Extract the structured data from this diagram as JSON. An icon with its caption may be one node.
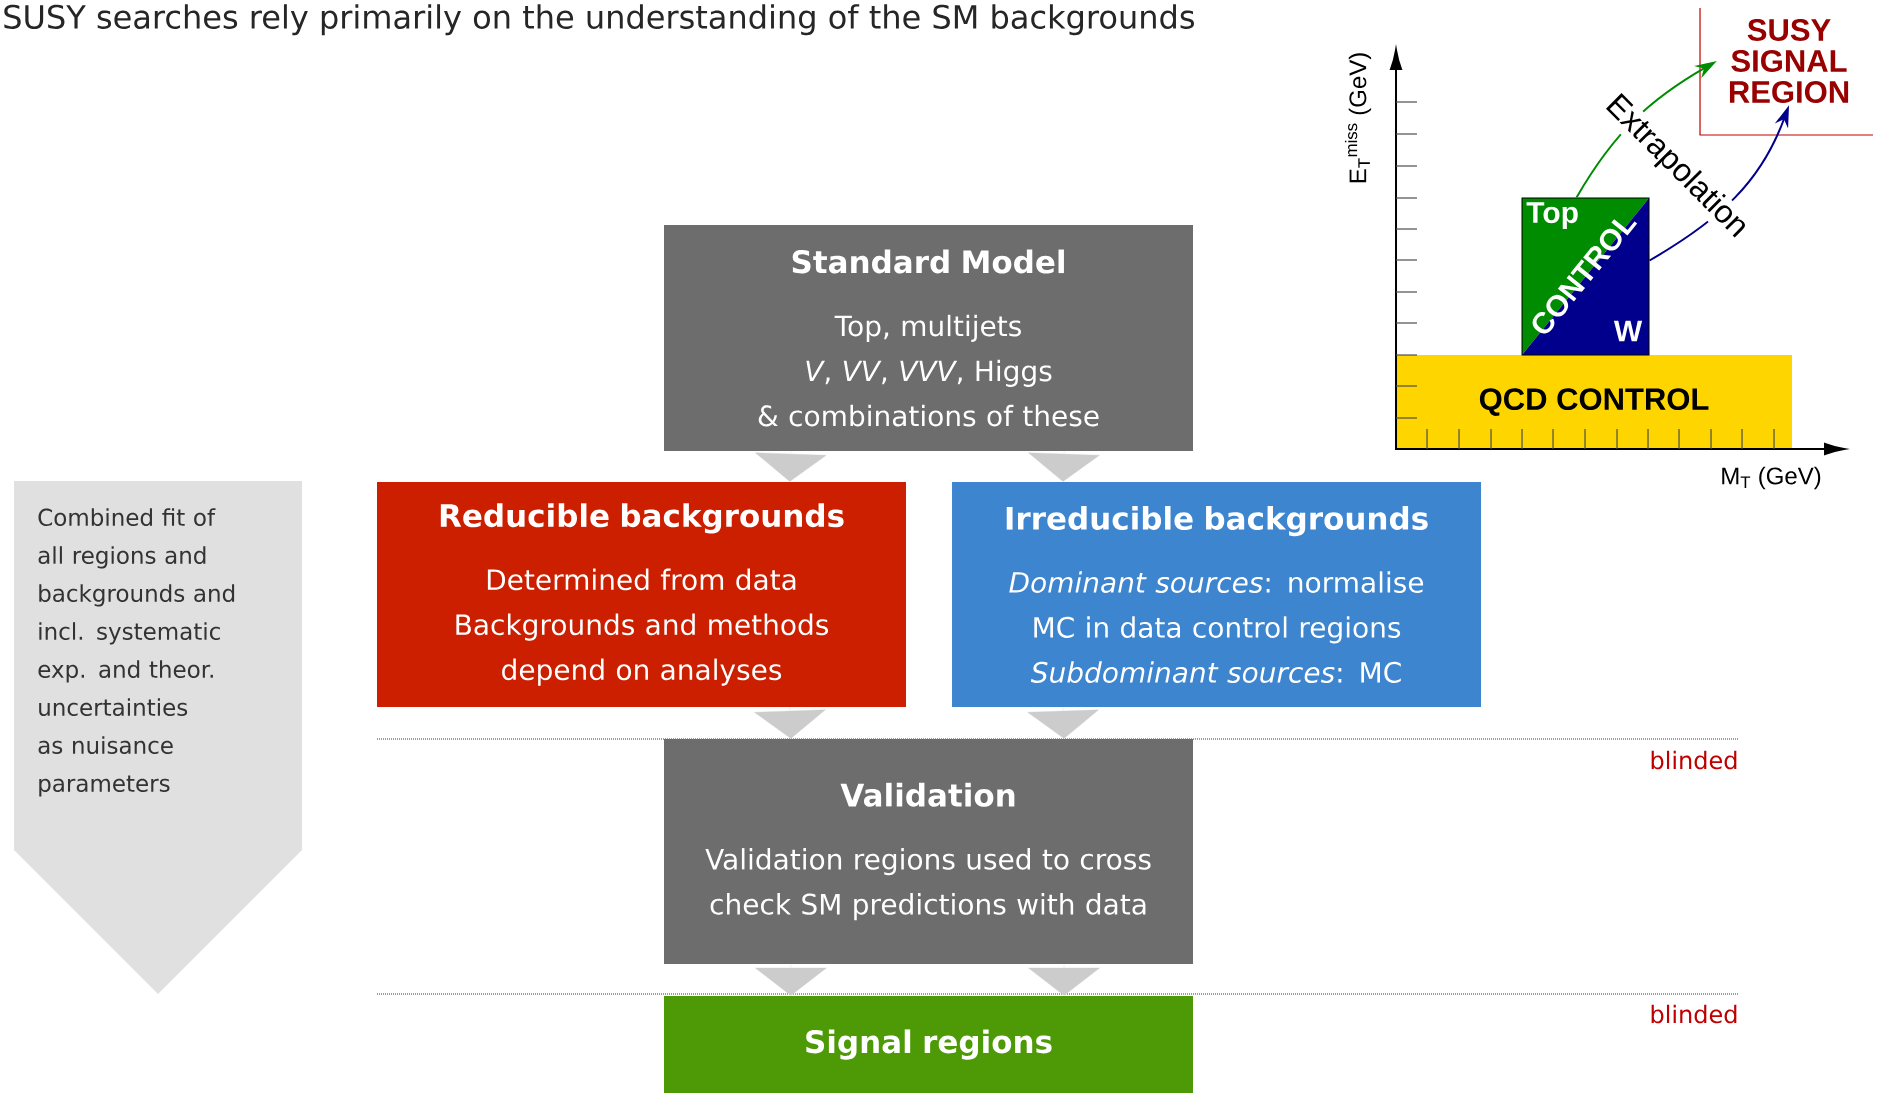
{
  "diagram": {
    "title": "SUSY searches rely primarily on the understanding of the SM backgrounds",
    "nodes": [
      {
        "text": [
          "SUSY SIGNAL REGION"
        ]
      },
      {
        "text": [
          "Top",
          "CONTROL",
          "W"
        ]
      },
      {
        "text": [
          "QCD CONTROL"
        ]
      },
      {
        "text": [
          "Standard Model",
          "Top, multijets",
          "*V*, *VV*, *VVV*, Higgs",
          "& combinations of these"
        ]
      },
      {
        "text": [
          "Combined fit of all regions and backgrounds and incl. systematic exp. and theor. uncertainties as nuisance parameters"
        ]
      },
      {
        "text": [
          "Reducible backgrounds",
          "Determined from data",
          "Backgrounds and methods depend on analyses"
        ]
      },
      {
        "text": [
          "Irreducible backgrounds",
          "*Dominant sources*: normalise MC in data control regions",
          "*Subdominant sources*: MC"
        ]
      },
      {
        "text": [
          "Validation",
          "Validation regions used to cross check SM predictions with data"
        ]
      },
      {
        "text": [
          "Signal regions"
        ]
      }
    ],
    "edges": [
      {
        "from": 1,
        "to": 0,
        "arrow": "to",
        "color": "#008c00"
      },
      {
        "from": 1,
        "to": 0,
        "arrow": "to",
        "color": "#00008c"
      },
      {
        "from": 3,
        "to": 5,
        "arrow": "to"
      },
      {
        "from": 3,
        "to": 6,
        "arrow": "to"
      },
      {
        "from": 5,
        "to": 7,
        "arrow": "to"
      },
      {
        "from": 6,
        "to": 7,
        "arrow": "to"
      },
      {
        "from": 7,
        "to": 8,
        "arrow": "to"
      },
      {
        "from": 7,
        "to": 8,
        "arrow": "to"
      }
    ],
    "labels": [
      "E$_{T}$$^{miss}$ (GeV)",
      "Extrapolation",
      "M$_{T}$ (GeV)",
      "blinded",
      "blinded"
    ]
  }
}
